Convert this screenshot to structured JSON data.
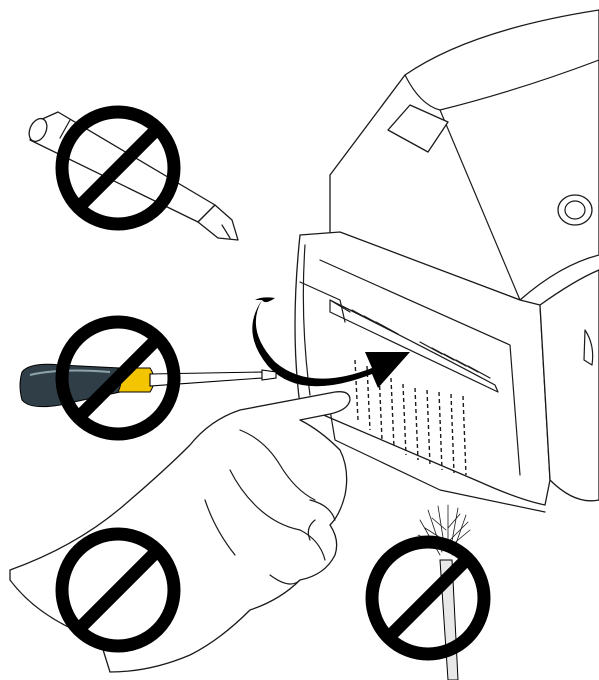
{
  "figure": {
    "printer": {
      "icon": "thermal-label-printer"
    },
    "instruction": {
      "icon": "finger-wipe-gesture",
      "arrow": "curved-arrow-icon"
    },
    "prohibited_tools": [
      {
        "name": "pen",
        "icon": "pen-icon"
      },
      {
        "name": "screwdriver",
        "icon": "screwdriver-icon"
      },
      {
        "name": "hand",
        "icon": "hand-icon"
      },
      {
        "name": "brush",
        "icon": "brush-icon"
      }
    ],
    "colors": {
      "line": "#1a1a1a",
      "prohibition": "#000000",
      "screwdriver_handle_dark": "#2f3e47",
      "screwdriver_handle_accent": "#f2c500"
    }
  }
}
